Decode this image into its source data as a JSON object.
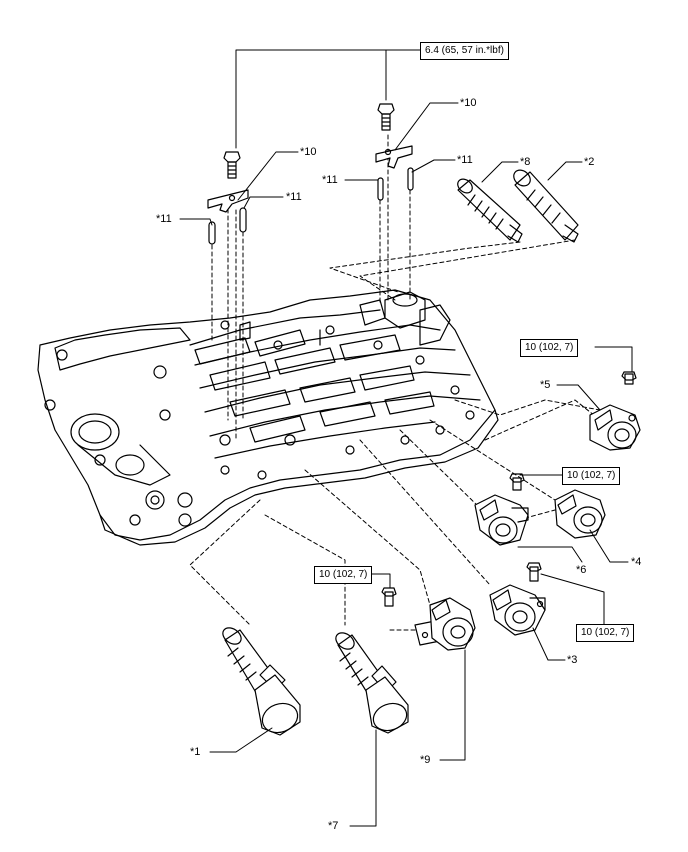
{
  "torque_specs": {
    "top_bolts": "6.4 (65, 57 in.*lbf)",
    "solenoid_5": "10 (102, 7)",
    "solenoid_6": "10 (102, 7)",
    "solenoid_9": "10 (102, 7)",
    "solenoid_3": "10 (102, 7)"
  },
  "callouts": {
    "c1": "*1",
    "c2": "*2",
    "c3": "*3",
    "c4": "*4",
    "c5": "*5",
    "c6": "*6",
    "c7": "*7",
    "c8": "*8",
    "c9": "*9",
    "c10_left": "*10",
    "c10_right": "*10",
    "c11_left": "*11",
    "c11_mid": "*11",
    "c11_right_a": "*11",
    "c11_right_b": "*11"
  }
}
